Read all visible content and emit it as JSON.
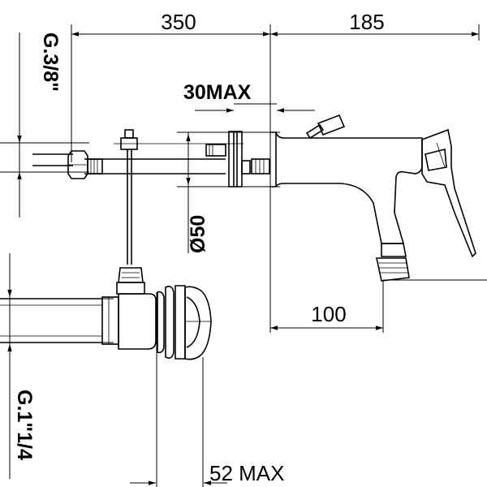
{
  "diagram": {
    "labels": {
      "width_350": "350",
      "width_185": "185",
      "thread_top": "G.3/8\"",
      "max_30": "30MAX",
      "dia_50": "Ø50",
      "length_100": "100",
      "thread_bottom": "G.1\"1/4",
      "max_52": "52 MAX"
    },
    "colors": {
      "line": "#000000",
      "background": "#ffffff"
    }
  }
}
